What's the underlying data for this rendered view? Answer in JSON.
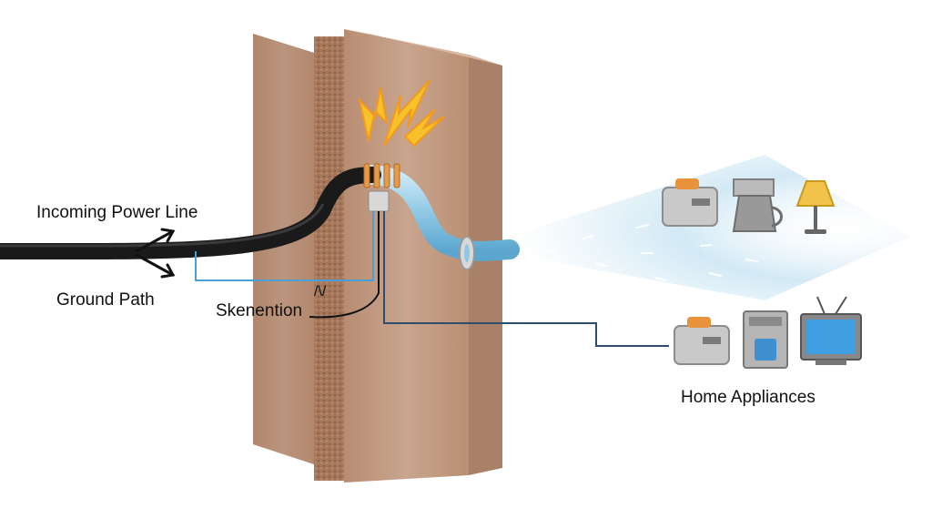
{
  "labels": {
    "incoming_power_line": "Incoming Power Line",
    "ground_path": "Ground Path",
    "sknention": "Skenention",
    "meter_glyph": "/\\/",
    "home_appliances": "Home Appliances"
  },
  "icons": [
    "lightning-icon",
    "toaster-icon",
    "coffee-maker-icon",
    "lamp-icon",
    "espresso-machine-icon",
    "tv-icon",
    "wall-grommet-icon"
  ],
  "colors": {
    "wall_face": "#c9a58e",
    "wall_side": "#a98068",
    "wall_core": "#a5775b",
    "power_cable": "#1a1a1a",
    "water_pipe": "#8fc8e4",
    "spray": "#bfe0f1",
    "spark": "#f6c12a",
    "ground_wire": "#2e4d6e",
    "ground_line_blue": "#4a9fd6"
  }
}
